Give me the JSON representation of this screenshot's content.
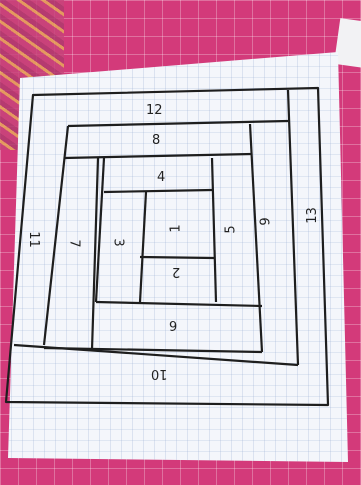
{
  "block_numbers": {
    "n1": "1",
    "n2": "2",
    "n3": "3",
    "n4": "4",
    "n5": "5",
    "n6": "6",
    "n7": "7",
    "n8": "8",
    "n9": "9",
    "n10": "10",
    "n11": "11",
    "n12": "12",
    "n13": "13"
  },
  "colors": {
    "cutting_mat": "#d33a7a",
    "grid_paper": "#f4f6fb",
    "grid_lines": "#9fb3d6",
    "ink": "#1e1e1e"
  }
}
